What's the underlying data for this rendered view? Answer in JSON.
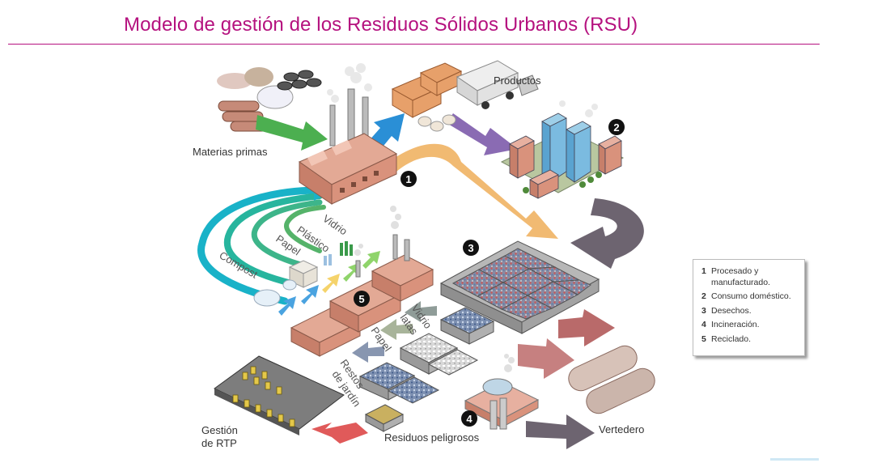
{
  "title": "Modelo de gestión de los Residuos Sólidos Urbanos (RSU)",
  "labels": {
    "materias_primas": "Materias primas",
    "productos": "Productos",
    "vertedero": "Vertedero",
    "residuos_peligrosos": "Residuos peligrosos",
    "gestion_rtp_1": "Gestión",
    "gestion_rtp_2": "de RTP"
  },
  "recycle_streams": {
    "vidrio": "Vidrio",
    "plastico": "Plástico",
    "papel": "Papel",
    "compost": "Compost"
  },
  "waste_streams": {
    "vidrio_latas_1": "Vidrio",
    "vidrio_latas_2": "latas",
    "papel": "Papel",
    "restos_1": "Restos",
    "restos_2": "de jardín"
  },
  "markers": [
    "1",
    "2",
    "3",
    "4",
    "5"
  ],
  "legend": [
    {
      "num": "1",
      "text": "Procesado y manufacturado."
    },
    {
      "num": "2",
      "text": "Consumo doméstico."
    },
    {
      "num": "3",
      "text": "Desechos."
    },
    {
      "num": "4",
      "text": "Incineración."
    },
    {
      "num": "5",
      "text": "Reciclado."
    }
  ],
  "colors": {
    "title": "#b5127f",
    "factory": "#d98f7a",
    "arrow_green": "#4caf50",
    "arrow_blue": "#2a8fd6",
    "arrow_orange": "#f0b66a",
    "arrow_purple": "#8a6bb3",
    "arrow_gray": "#6d6470",
    "arrow_red": "#b96a6a",
    "arrow_teal": "#2bb3a0"
  }
}
